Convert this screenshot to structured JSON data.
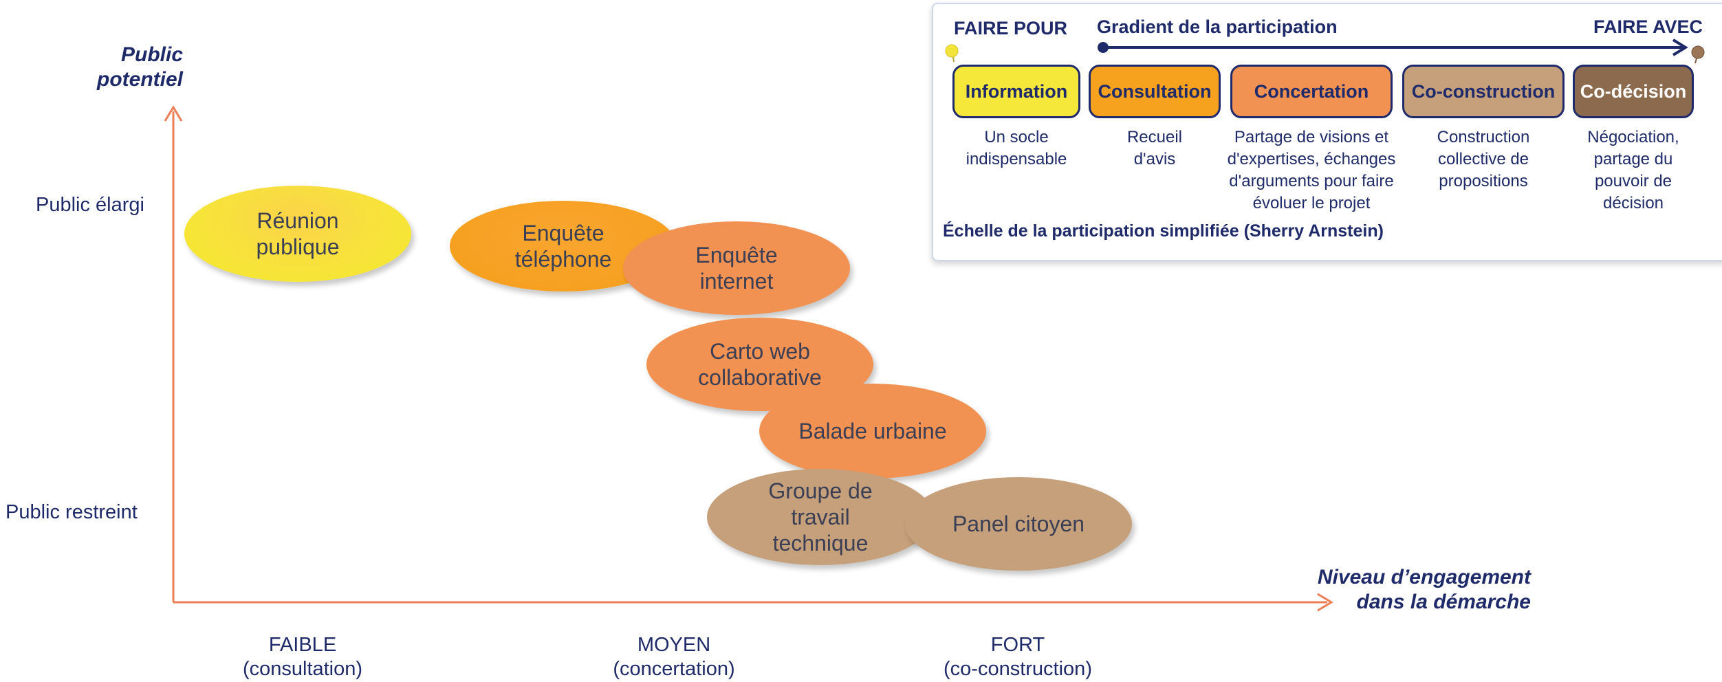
{
  "diagram": {
    "y_axis_title": "Public\npotentiel",
    "x_axis_title": "Niveau d’engagement\ndans la démarche",
    "y_ticks": [
      "Public élargi",
      "Public restreint"
    ],
    "x_ticks": [
      "FAIBLE\n(consultation)",
      "MOYEN\n(concertation)",
      "FORT\n(co-construction)"
    ],
    "ellipses": [
      {
        "label": "Réunion\npublique",
        "level": "consultation"
      },
      {
        "label": "Enquête\ntéléphone",
        "level": "consultation"
      },
      {
        "label": "Enquête\ninternet",
        "level": "concertation"
      },
      {
        "label": "Carto web\ncollaborative",
        "level": "concertation"
      },
      {
        "label": "Balade urbaine",
        "level": "concertation"
      },
      {
        "label": "Groupe de\ntravail\ntechnique",
        "level": "co-construction"
      },
      {
        "label": "Panel citoyen",
        "level": "co-construction"
      }
    ],
    "colors": {
      "axis": "#f07e54",
      "text": "#1f2a6b",
      "information": "#f5e83a",
      "consultation": "#f6a21e",
      "concertation": "#f29252",
      "co_construction": "#c6a07a",
      "co_decision": "#8c6a4d"
    }
  },
  "legend": {
    "left_heading": "FAIRE POUR",
    "gradient_heading": "Gradient de la participation",
    "right_heading": "FAIRE AVEC",
    "levels": [
      {
        "label": "Information",
        "description": "Un socle\nindispensable"
      },
      {
        "label": "Consultation",
        "description": "Recueil\nd'avis"
      },
      {
        "label": "Concertation",
        "description": "Partage de visions et\nd'expertises, échanges\nd'arguments pour faire\névoluer le projet"
      },
      {
        "label": "Co-construction",
        "description": "Construction\ncollective de\npropositions"
      },
      {
        "label": "Co-décision",
        "description": "Négociation,\npartage du\npouvoir de\ndécision"
      }
    ],
    "caption": "Échelle de la participation simplifiée (Sherry Arnstein)"
  }
}
